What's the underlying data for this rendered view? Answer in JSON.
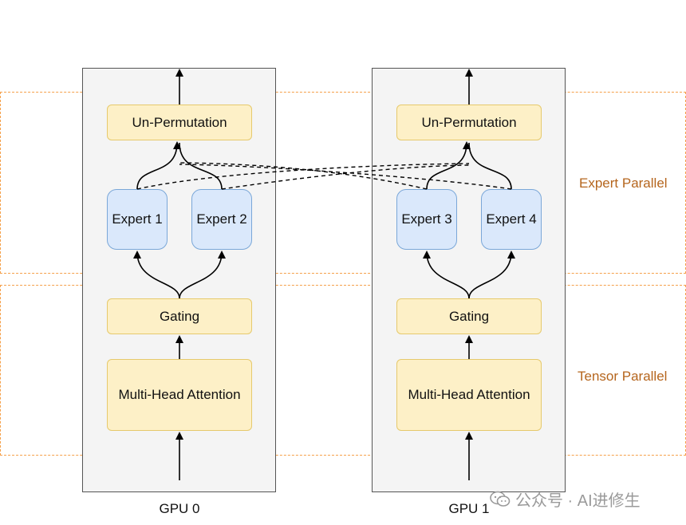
{
  "regions": {
    "expert_parallel": "Expert Parallel",
    "tensor_parallel": "Tensor Parallel"
  },
  "gpus": [
    {
      "label": "GPU 0",
      "unpermutation": "Un-Permutation",
      "experts": [
        "Expert 1",
        "Expert 2"
      ],
      "gating": "Gating",
      "attention": "Multi-Head Attention"
    },
    {
      "label": "GPU 1",
      "unpermutation": "Un-Permutation",
      "experts": [
        "Expert 3",
        "Expert 4"
      ],
      "gating": "Gating",
      "attention": "Multi-Head Attention"
    }
  ],
  "watermark": "公众号 · AI进修生",
  "colors": {
    "region_border": "#f5a04a",
    "region_label": "#b5651d",
    "yellow_fill": "#fdf0c7",
    "blue_fill": "#dae8fb"
  }
}
